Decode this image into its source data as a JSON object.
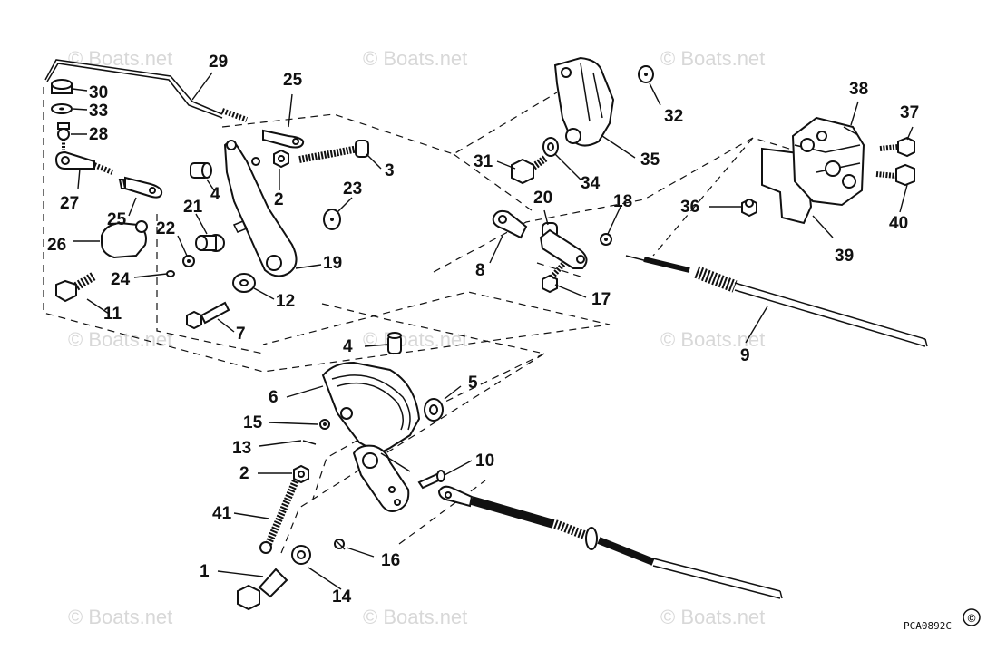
{
  "watermark": {
    "text": "© Boats.net"
  },
  "diagram_code": "PCA0892C",
  "copyright_symbol": "©",
  "callouts": [
    {
      "id": "29",
      "label": "29"
    },
    {
      "id": "30",
      "label": "30"
    },
    {
      "id": "33",
      "label": "33"
    },
    {
      "id": "28",
      "label": "28"
    },
    {
      "id": "27",
      "label": "27"
    },
    {
      "id": "25a",
      "label": "25"
    },
    {
      "id": "25b",
      "label": "25"
    },
    {
      "id": "26",
      "label": "26"
    },
    {
      "id": "11",
      "label": "11"
    },
    {
      "id": "22",
      "label": "22"
    },
    {
      "id": "24",
      "label": "24"
    },
    {
      "id": "21",
      "label": "21"
    },
    {
      "id": "4a",
      "label": "4"
    },
    {
      "id": "2a",
      "label": "2"
    },
    {
      "id": "3",
      "label": "3"
    },
    {
      "id": "23",
      "label": "23"
    },
    {
      "id": "19",
      "label": "19"
    },
    {
      "id": "12",
      "label": "12"
    },
    {
      "id": "7",
      "label": "7"
    },
    {
      "id": "31",
      "label": "31"
    },
    {
      "id": "34",
      "label": "34"
    },
    {
      "id": "35",
      "label": "35"
    },
    {
      "id": "32",
      "label": "32"
    },
    {
      "id": "20",
      "label": "20"
    },
    {
      "id": "18",
      "label": "18"
    },
    {
      "id": "8",
      "label": "8"
    },
    {
      "id": "17",
      "label": "17"
    },
    {
      "id": "9",
      "label": "9"
    },
    {
      "id": "38",
      "label": "38"
    },
    {
      "id": "37",
      "label": "37"
    },
    {
      "id": "36",
      "label": "36"
    },
    {
      "id": "39",
      "label": "39"
    },
    {
      "id": "40",
      "label": "40"
    },
    {
      "id": "4b",
      "label": "4"
    },
    {
      "id": "6",
      "label": "6"
    },
    {
      "id": "5",
      "label": "5"
    },
    {
      "id": "15",
      "label": "15"
    },
    {
      "id": "13",
      "label": "13"
    },
    {
      "id": "2b",
      "label": "2"
    },
    {
      "id": "10",
      "label": "10"
    },
    {
      "id": "41",
      "label": "41"
    },
    {
      "id": "1",
      "label": "1"
    },
    {
      "id": "14",
      "label": "14"
    },
    {
      "id": "16",
      "label": "16"
    }
  ]
}
